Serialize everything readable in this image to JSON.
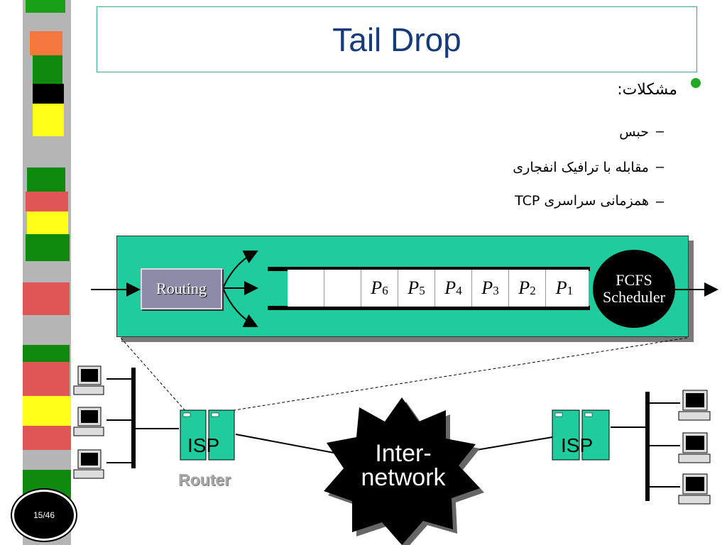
{
  "slide": {
    "title": "Tail Drop",
    "heading": "مشکلات:",
    "items": [
      "حبس",
      "مقابله با ترافیک انفجاری",
      "همزمانی سراسری TCP"
    ],
    "page_number": "15/46"
  },
  "diagram": {
    "routing_label": "Routing",
    "queue": [
      {
        "letter": "P",
        "sub": "6"
      },
      {
        "letter": "P",
        "sub": "5"
      },
      {
        "letter": "P",
        "sub": "4"
      },
      {
        "letter": "P",
        "sub": "3"
      },
      {
        "letter": "P",
        "sub": "2"
      },
      {
        "letter": "P",
        "sub": "1"
      }
    ],
    "scheduler_line1": "FCFS",
    "scheduler_line2": "Scheduler",
    "isp_left": "ISP",
    "isp_right": "ISP",
    "router_label": "Router",
    "internetwork_line1": "Inter-",
    "internetwork_line2": "network"
  },
  "colors": {
    "title": "#163a7a",
    "panel": "#1fcc9c",
    "bullet": "#22aa22"
  }
}
